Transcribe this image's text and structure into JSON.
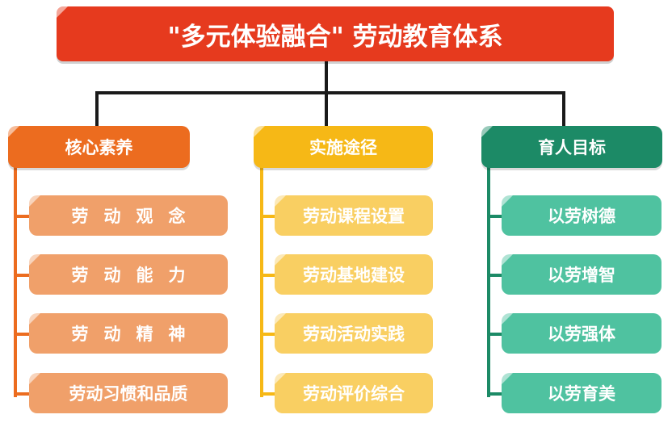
{
  "title": "\"多元体验融合\" 劳动教育体系",
  "columns": [
    {
      "header": "核心素养",
      "items": [
        "劳动观念",
        "劳动能力",
        "劳动精神",
        "劳动习惯和品质"
      ]
    },
    {
      "header": "实施途径",
      "items": [
        "劳动课程设置",
        "劳动基地建设",
        "劳动活动实践",
        "劳动评价综合"
      ]
    },
    {
      "header": "育人目标",
      "items": [
        "以劳树德",
        "以劳增智",
        "以劳强体",
        "以劳育美"
      ]
    }
  ],
  "colors": {
    "title_bg": "#e63a1e",
    "col1_header": "#ec6c1f",
    "col1_item": "#f0a06a",
    "col2_header": "#f6b816",
    "col2_item": "#f9cf62",
    "col3_header": "#1c8a66",
    "col3_item": "#4fc2a0"
  }
}
